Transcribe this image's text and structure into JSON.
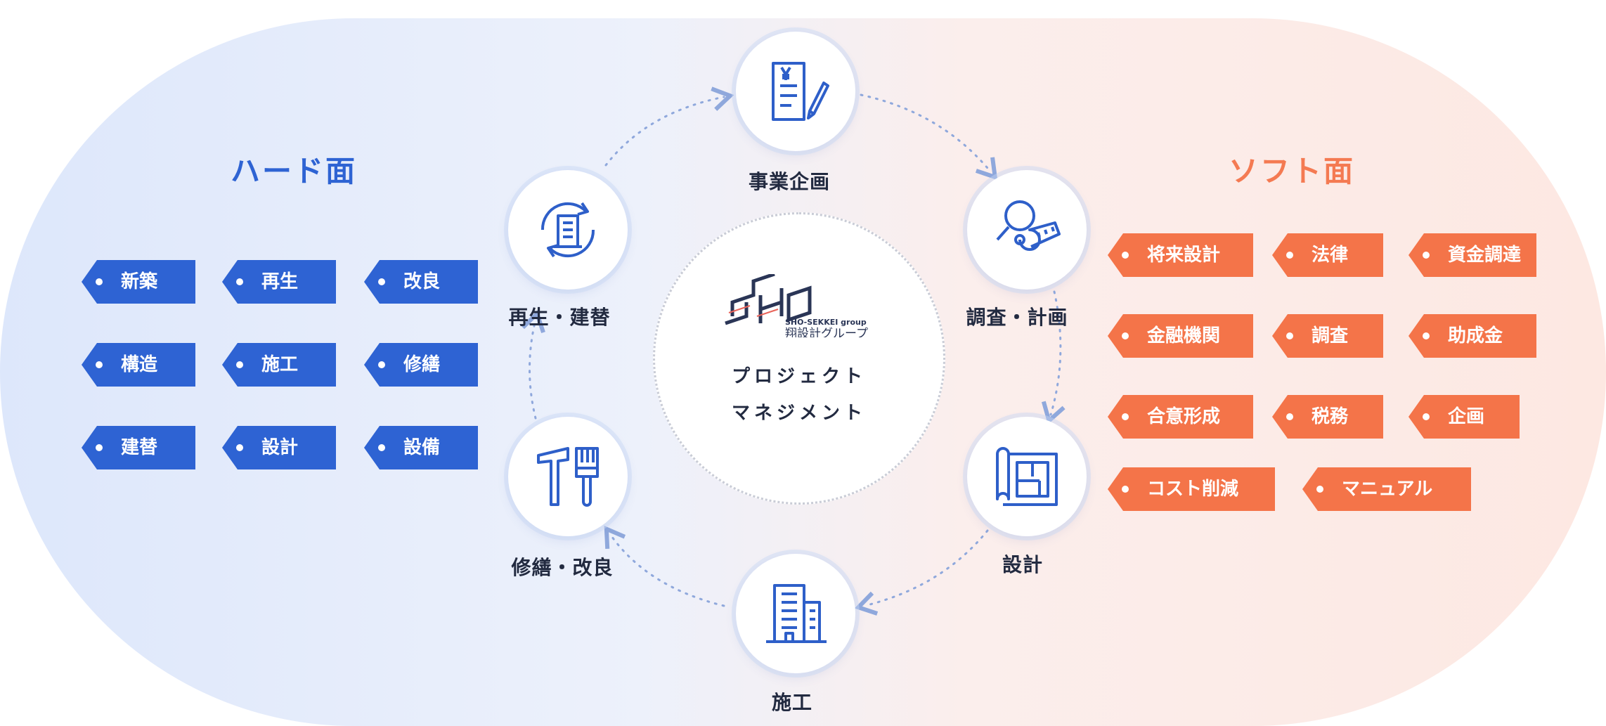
{
  "hard": {
    "title": "ハード面",
    "tags": [
      "新築",
      "再生",
      "改良",
      "構造",
      "施工",
      "修繕",
      "建替",
      "設計",
      "設備"
    ]
  },
  "soft": {
    "title": "ソフト面",
    "tags": [
      "将来設計",
      "法律",
      "資金調達",
      "金融機関",
      "調査",
      "助成金",
      "合意形成",
      "税務",
      "企画",
      "コスト削減",
      "マニュアル"
    ]
  },
  "cycle": {
    "nodes": [
      {
        "label": "事業企画",
        "icon": "document-yen-pen-icon"
      },
      {
        "label": "調査・計画",
        "icon": "magnifier-tape-measure-icon"
      },
      {
        "label": "設計",
        "icon": "blueprint-icon"
      },
      {
        "label": "施工",
        "icon": "building-icon"
      },
      {
        "label": "修繕・改良",
        "icon": "hammer-brush-icon"
      },
      {
        "label": "再生・建替",
        "icon": "building-refresh-icon"
      }
    ]
  },
  "center": {
    "logo_caption": "SHO-SEKKEI group",
    "logo_name": "翔設計グループ",
    "line1": "プロジェクト",
    "line2": "マネジメント"
  },
  "colors": {
    "hard_accent": "#2e63d3",
    "soft_accent": "#f47449",
    "navy_text": "#222a40",
    "icon_stroke": "#2e5fc9"
  }
}
